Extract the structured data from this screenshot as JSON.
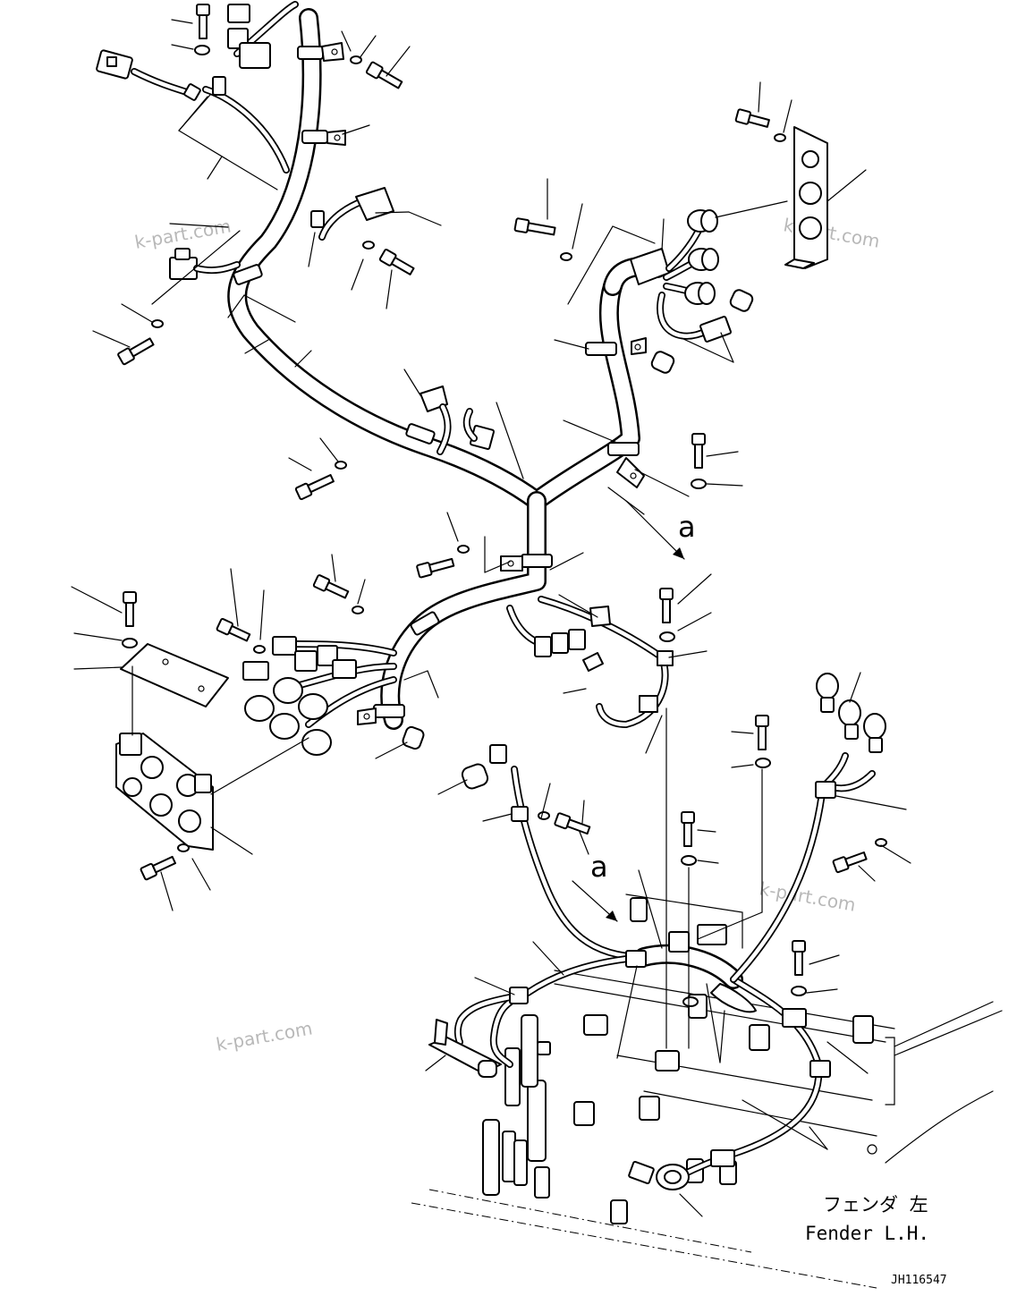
{
  "drawing": {
    "watermarks": [
      "k-part.com",
      "k-part.com",
      "k-part.com",
      "k-part.com"
    ],
    "view_markers": [
      "a",
      "a"
    ],
    "location_label_jp": "フェンダ 左",
    "location_label_en": "Fender L.H.",
    "drawing_code": "JH116547"
  }
}
